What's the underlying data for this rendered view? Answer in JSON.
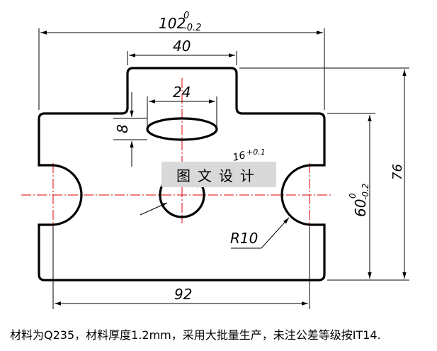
{
  "dimensions": {
    "overall_width": "102",
    "overall_tol_upper": "0",
    "overall_tol_lower": "-0.2",
    "top_tab_width": "40",
    "slot_length": "24",
    "slot_width": "8",
    "hole_dia": "16",
    "hole_tol_upper": "+0.1",
    "height_between_notches": "60",
    "height_tol_upper": "0",
    "height_tol_lower": "-0.2",
    "overall_height": "76",
    "notch_radius": "R10",
    "notch_center_distance": "92"
  },
  "watermark": "图文设计",
  "caption": "材料为Q235，材料厚度1.2mm，采用大批量生产，未注公差等级按IT14."
}
